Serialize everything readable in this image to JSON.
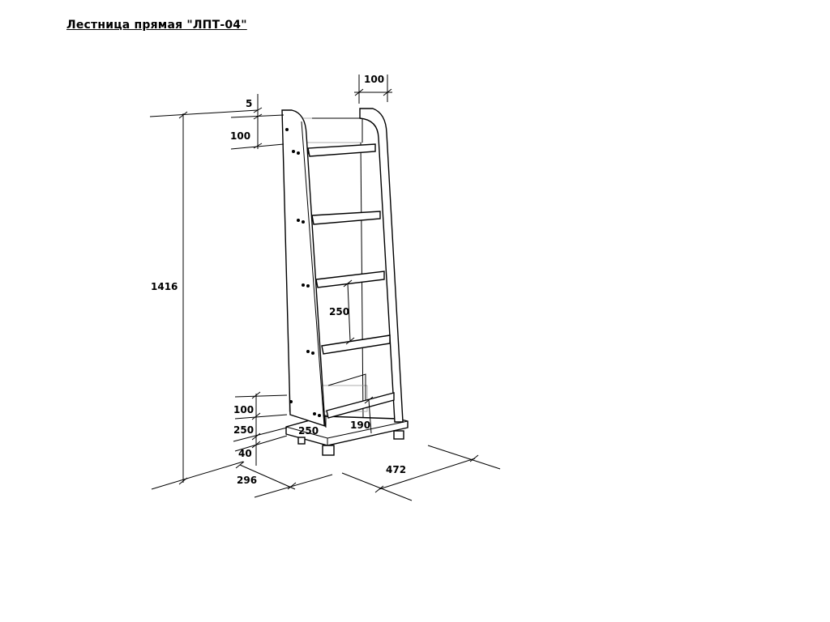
{
  "title": "Лестница прямая \"ЛПТ-04\"",
  "dimensions": {
    "top_offset": "5",
    "top_panel": "100",
    "top_depth": "100",
    "total_height": "1416",
    "step_pitch": "250",
    "bottom_panel": "100",
    "bottom_gap": "250",
    "base_height": "40",
    "bottom_step_pitch": "250",
    "bottom_depth": "190",
    "depth": "296",
    "width": "472"
  }
}
